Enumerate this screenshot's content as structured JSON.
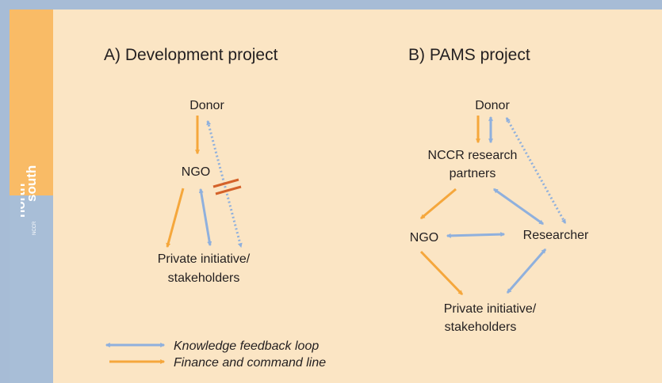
{
  "logo": {
    "word_top": "north",
    "word_bottom": "south",
    "prefix": "NCCR"
  },
  "panel_a": {
    "title": "A) Development project",
    "donor": "Donor",
    "ngo": "NGO",
    "stakeholders_line1": "Private initiative/",
    "stakeholders_line2": "stakeholders"
  },
  "panel_b": {
    "title": "B) PAMS project",
    "donor": "Donor",
    "nccr_line1": "NCCR research",
    "nccr_line2": "partners",
    "ngo": "NGO",
    "researcher": "Researcher",
    "stakeholders_line1": "Private initiative/",
    "stakeholders_line2": "stakeholders"
  },
  "legend": {
    "knowledge": "Knowledge feedback loop",
    "finance": "Finance and command line"
  },
  "colors": {
    "knowledge": "#8fb0dd",
    "finance": "#f5a73c",
    "break_mark": "#d4622a",
    "text": "#231f20"
  }
}
